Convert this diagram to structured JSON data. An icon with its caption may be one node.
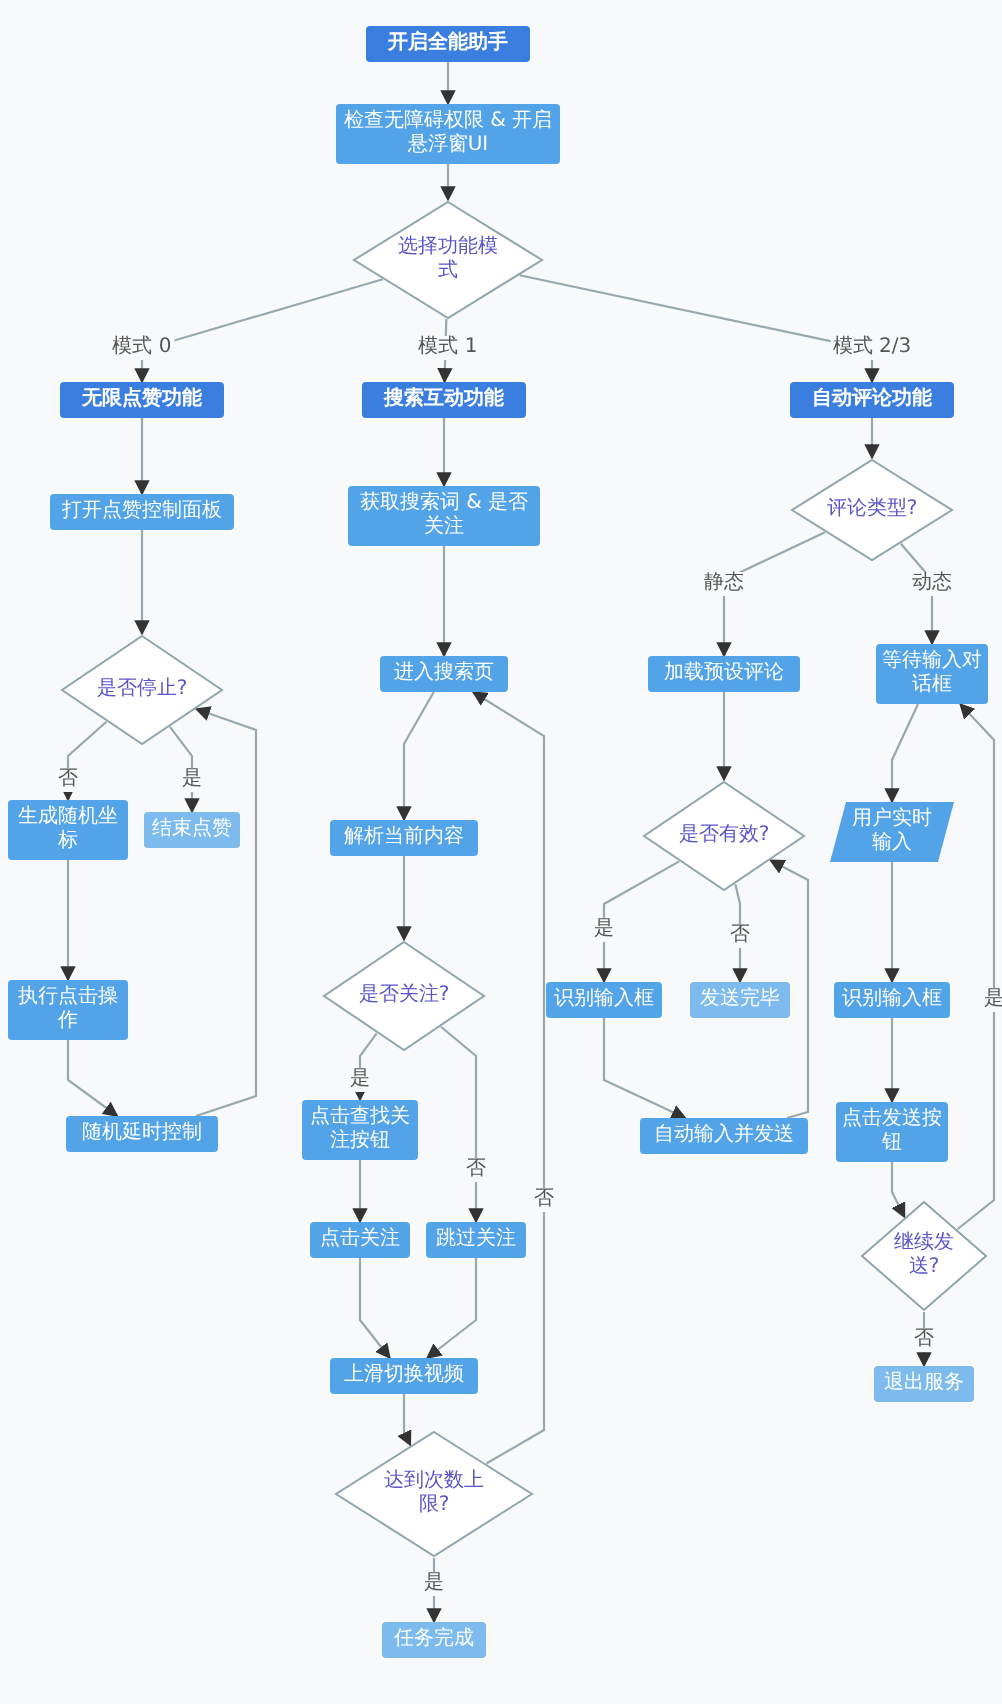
{
  "diagram": {
    "nodes": [
      {
        "text": [
          "开启全能助手"
        ]
      },
      {
        "text": [
          "检查无障碍权限 & 开启悬浮窗UI"
        ]
      },
      {
        "text": [
          "选择功能模式"
        ]
      },
      {
        "text": [
          "无限点赞功能"
        ]
      },
      {
        "text": [
          "打开点赞控制面板"
        ]
      },
      {
        "text": [
          "是否停止?"
        ]
      },
      {
        "text": [
          "生成随机坐标"
        ]
      },
      {
        "text": [
          "结束点赞"
        ]
      },
      {
        "text": [
          "执行点击操作"
        ]
      },
      {
        "text": [
          "随机延时控制"
        ]
      },
      {
        "text": [
          "搜索互动功能"
        ]
      },
      {
        "text": [
          "获取搜索词 & 是否关注"
        ]
      },
      {
        "text": [
          "进入搜索页"
        ]
      },
      {
        "text": [
          "解析当前内容"
        ]
      },
      {
        "text": [
          "是否关注?"
        ]
      },
      {
        "text": [
          "点击查找关注按钮"
        ]
      },
      {
        "text": [
          "点击关注"
        ]
      },
      {
        "text": [
          "跳过关注"
        ]
      },
      {
        "text": [
          "上滑切换视频"
        ]
      },
      {
        "text": [
          "达到次数上限?"
        ]
      },
      {
        "text": [
          "任务完成"
        ]
      },
      {
        "text": [
          "自动评论功能"
        ]
      },
      {
        "text": [
          "评论类型?"
        ]
      },
      {
        "text": [
          "加载预设评论"
        ]
      },
      {
        "text": [
          "是否有效?"
        ]
      },
      {
        "text": [
          "识别输入框"
        ]
      },
      {
        "text": [
          "发送完毕"
        ]
      },
      {
        "text": [
          "自动输入并发送"
        ]
      },
      {
        "text": [
          "等待输入对话框"
        ]
      },
      {
        "text": [
          "用户实时输入"
        ]
      },
      {
        "text": [
          "识别输入框"
        ]
      },
      {
        "text": [
          "点击发送按钮"
        ]
      },
      {
        "text": [
          "继续发送?"
        ]
      },
      {
        "text": [
          "退出服务"
        ]
      }
    ],
    "edges": [
      {
        "from": 0,
        "to": 1,
        "arrow": "to"
      },
      {
        "from": 1,
        "to": 2,
        "arrow": "to"
      },
      {
        "from": 2,
        "to": 3,
        "arrow": "to",
        "label": "模式 0"
      },
      {
        "from": 2,
        "to": 10,
        "arrow": "to",
        "label": "模式 1"
      },
      {
        "from": 2,
        "to": 21,
        "arrow": "to",
        "label": "模式 2/3"
      },
      {
        "from": 3,
        "to": 4,
        "arrow": "to"
      },
      {
        "from": 4,
        "to": 5,
        "arrow": "to"
      },
      {
        "from": 5,
        "to": 6,
        "arrow": "to",
        "label": "否"
      },
      {
        "from": 5,
        "to": 7,
        "arrow": "to",
        "label": "是"
      },
      {
        "from": 6,
        "to": 8,
        "arrow": "to"
      },
      {
        "from": 8,
        "to": 9,
        "arrow": "to"
      },
      {
        "from": 9,
        "to": 5,
        "arrow": "to"
      },
      {
        "from": 10,
        "to": 11,
        "arrow": "to"
      },
      {
        "from": 11,
        "to": 12,
        "arrow": "to"
      },
      {
        "from": 12,
        "to": 13,
        "arrow": "to"
      },
      {
        "from": 13,
        "to": 14,
        "arrow": "to"
      },
      {
        "from": 14,
        "to": 15,
        "arrow": "to",
        "label": "是"
      },
      {
        "from": 14,
        "to": 17,
        "arrow": "to",
        "label": "否"
      },
      {
        "from": 15,
        "to": 16,
        "arrow": "to"
      },
      {
        "from": 16,
        "to": 18,
        "arrow": "to"
      },
      {
        "from": 17,
        "to": 18,
        "arrow": "to"
      },
      {
        "from": 18,
        "to": 19,
        "arrow": "to"
      },
      {
        "from": 19,
        "to": 12,
        "arrow": "to",
        "label": "否"
      },
      {
        "from": 19,
        "to": 20,
        "arrow": "to",
        "label": "是"
      },
      {
        "from": 21,
        "to": 22,
        "arrow": "to"
      },
      {
        "from": 22,
        "to": 23,
        "arrow": "to",
        "label": "静态"
      },
      {
        "from": 22,
        "to": 28,
        "arrow": "to",
        "label": "动态"
      },
      {
        "from": 23,
        "to": 24,
        "arrow": "to"
      },
      {
        "from": 24,
        "to": 25,
        "arrow": "to",
        "label": "是"
      },
      {
        "from": 24,
        "to": 26,
        "arrow": "to",
        "label": "否"
      },
      {
        "from": 25,
        "to": 27,
        "arrow": "to"
      },
      {
        "from": 27,
        "to": 24,
        "arrow": "to"
      },
      {
        "from": 28,
        "to": 29,
        "arrow": "to"
      },
      {
        "from": 29,
        "to": 30,
        "arrow": "to"
      },
      {
        "from": 30,
        "to": 31,
        "arrow": "to"
      },
      {
        "from": 31,
        "to": 32,
        "arrow": "to"
      },
      {
        "from": 32,
        "to": 28,
        "arrow": "to",
        "label": "是"
      },
      {
        "from": 32,
        "to": 33,
        "arrow": "to",
        "label": "否"
      }
    ]
  }
}
